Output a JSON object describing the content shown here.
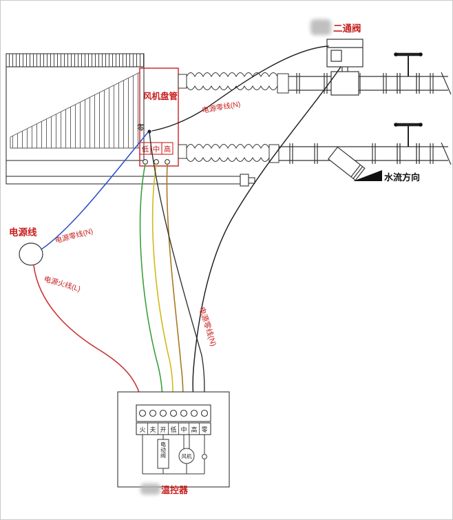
{
  "diagram": {
    "labels": {
      "two_way_valve": "二通阀",
      "fan_coil": "风机盘管",
      "neutral_wire_top": "电源零线(N)",
      "zero_terminal": "零",
      "speed_cells": [
        "低",
        "中",
        "高"
      ],
      "water_flow": "水流方向",
      "power_line": "电源线",
      "power_neutral": "电源零线(N)",
      "power_live": "电源火线(L)",
      "bundle_neutral": "电源零线(N)",
      "thermostat": "温控器",
      "valve_box": "电动阀",
      "fan_symbol": "风机"
    },
    "thermostat_terminals": [
      "火",
      "夫",
      "开",
      "低",
      "中",
      "高",
      "零"
    ],
    "colors": {
      "label_red": "#c81e1e",
      "wire_blue": "#3050c8",
      "wire_red": "#cc3333",
      "wire_green": "#3a9e3a",
      "wire_yellow": "#d2b818",
      "wire_brown": "#a87820"
    }
  }
}
